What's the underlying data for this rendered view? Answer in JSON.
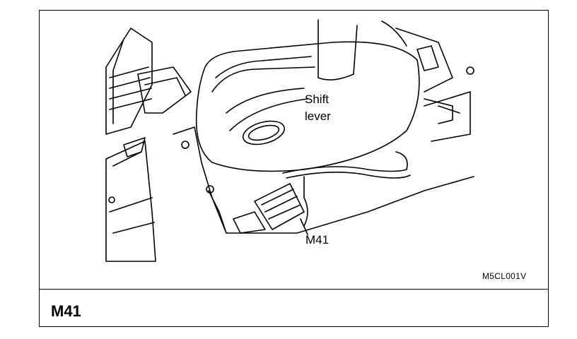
{
  "labels": {
    "shift_line1": "Shift",
    "shift_line2": "lever",
    "connector": "M41"
  },
  "figure_code": "M5CL001V",
  "figure_id": "M41"
}
